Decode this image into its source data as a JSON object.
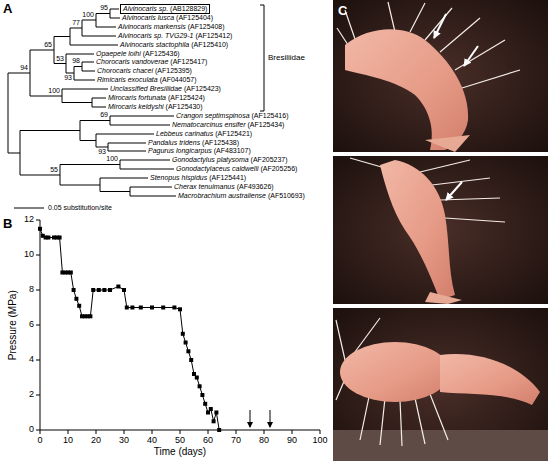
{
  "diagram": {
    "nodes": [
      {
        "text": [
          "Alvinocaris sp. (AB128829)"
        ]
      }
    ],
    "labels": [
      "A",
      "B",
      "C",
      "Alvinocaris lusca (AF125404)",
      "Alvinocaris markensis (AF125408)",
      "Alvinocaris sp. TVG29-1 (AF125412)",
      "Alvinocaris stactophila (AF125410)",
      "Opaepele loihi (AF125436)",
      "Chorocaris vandoverae (AF125417)",
      "Chorocaris chacei (AF125395)",
      "Rimicaris exoculata (AF044057)",
      "Unclassified Bresiliidae (AF125423)",
      "Mirocaris fortunata (AF125424)",
      "Mirocaris keldyshi (AF125430)",
      "Crangon septimspinosa (AF125416)",
      "Nematocarcinus ensifer (AF125434)",
      "Lebbeus carinatus (AF125421)",
      "Pandalus tridens (AF125438)",
      "Pagurus longicarpus (AF483107)",
      "Gonodactylus platysoma (AF205237)",
      "Gonodactylaceus caldwelli (AF205256)",
      "Stenopus hispidus (AF125441)",
      "Cherax tenuimanus (AF493626)",
      "Macrobrachium australiense (AF510693)",
      "95",
      "100",
      "77",
      "65",
      "53",
      "98",
      "93",
      "94",
      "100",
      "69",
      "93",
      "55",
      "100",
      "Bresiliidae",
      "0.05 substitution/site",
      "0",
      "2",
      "4",
      "6",
      "8",
      "10",
      "12",
      "0",
      "10",
      "20",
      "30",
      "40",
      "50",
      "60",
      "70",
      "80",
      "90",
      "100",
      "Pressure (MPa)",
      "Time (days)"
    ]
  }
}
